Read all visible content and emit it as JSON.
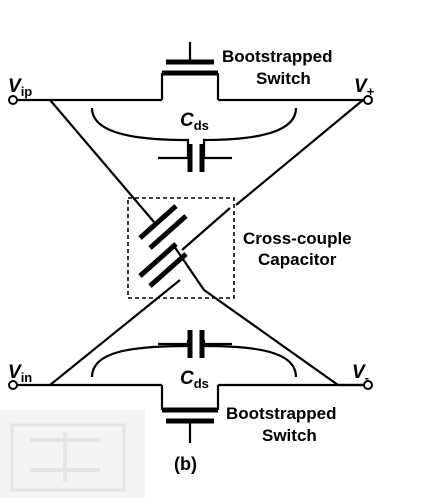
{
  "labels": {
    "top_switch": [
      "Bootstrapped",
      "Switch"
    ],
    "bottom_switch": [
      "Bootstrapped",
      "Switch"
    ],
    "cap_block": [
      "Cross-couple",
      "Capacitor"
    ],
    "cds_top": {
      "main": "C",
      "sub": "ds"
    },
    "cds_bottom": {
      "main": "C",
      "sub": "ds"
    },
    "vip": {
      "main": "V",
      "sub": "ip"
    },
    "vin": {
      "main": "V",
      "sub": "in"
    },
    "vplus": {
      "main": "V",
      "sub": "+"
    },
    "vminus": {
      "main": "V",
      "sub": "-"
    },
    "caption": "(b)"
  },
  "colors": {
    "ink": "#000000",
    "watermark": "#dcdcdc"
  }
}
